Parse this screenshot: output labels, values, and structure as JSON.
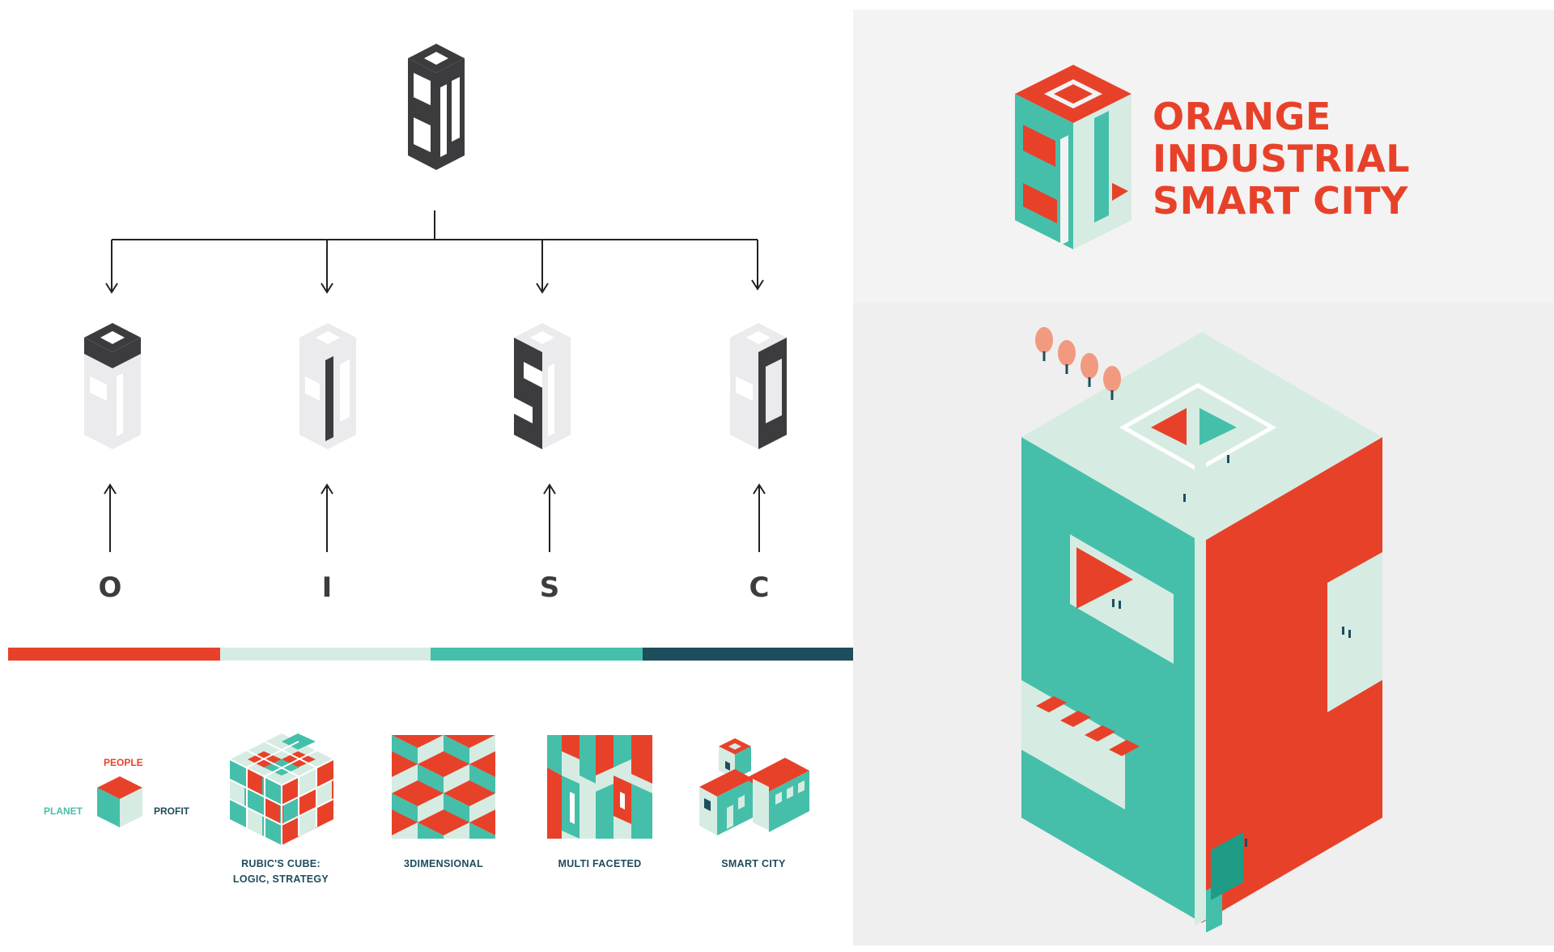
{
  "breakdown": {
    "letters": [
      "O",
      "I",
      "S",
      "C"
    ]
  },
  "colors": {
    "orange": "#e8412a",
    "mint": "#d6ece3",
    "teal": "#45bfaa",
    "navy": "#1e4d5c",
    "charcoal": "#3c3c3e",
    "light_grey": "#ebebed"
  },
  "cube_legend": {
    "people": "PEOPLE",
    "planet": "PLANET",
    "profit": "PROFIT"
  },
  "concepts": [
    {
      "line1": "RUBIC'S CUBE:",
      "line2": "LOGIC, STRATEGY"
    },
    {
      "line1": "3DIMENSIONAL",
      "line2": ""
    },
    {
      "line1": "MULTI FACETED",
      "line2": ""
    },
    {
      "line1": "SMART CITY",
      "line2": ""
    }
  ],
  "brand": {
    "line1": "ORANGE",
    "line2": "INDUSTRIAL",
    "line3": "SMART CITY"
  }
}
